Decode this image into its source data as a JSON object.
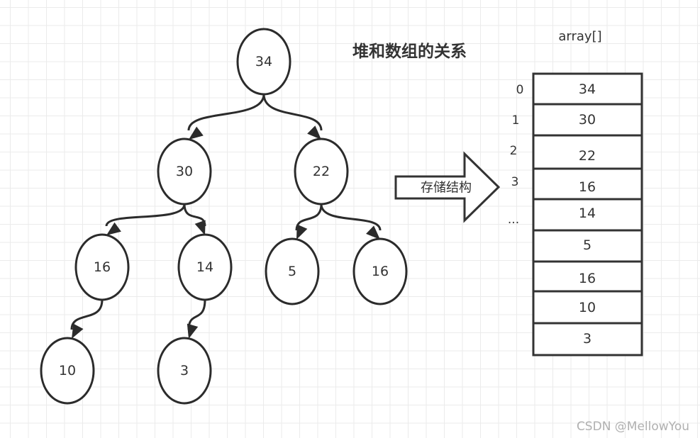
{
  "title": "堆和数组的关系",
  "tree": {
    "nodes": [
      {
        "id": "n0",
        "value": "34"
      },
      {
        "id": "n1",
        "value": "30"
      },
      {
        "id": "n2",
        "value": "22"
      },
      {
        "id": "n3",
        "value": "16"
      },
      {
        "id": "n4",
        "value": "14"
      },
      {
        "id": "n5",
        "value": "5"
      },
      {
        "id": "n6",
        "value": "16"
      },
      {
        "id": "n7",
        "value": "10"
      },
      {
        "id": "n8",
        "value": "3"
      }
    ],
    "edges": [
      {
        "from": "n0",
        "to": "n1"
      },
      {
        "from": "n0",
        "to": "n2"
      },
      {
        "from": "n1",
        "to": "n3"
      },
      {
        "from": "n1",
        "to": "n4"
      },
      {
        "from": "n2",
        "to": "n5"
      },
      {
        "from": "n2",
        "to": "n6"
      },
      {
        "from": "n3",
        "to": "n7"
      },
      {
        "from": "n4",
        "to": "n8"
      }
    ]
  },
  "transform_arrow": {
    "label": "存储结构"
  },
  "array": {
    "name": "array[]",
    "indices": [
      "0",
      "1",
      "2",
      "3",
      "..."
    ],
    "cells": [
      "34",
      "30",
      "22",
      "16",
      "14",
      "5",
      "16",
      "10",
      "3"
    ]
  },
  "watermark": "CSDN @MellowYou",
  "colors": {
    "stroke": "#2b2b2b",
    "grid": "#ebebeb",
    "watermark": "#b0b0b0"
  }
}
